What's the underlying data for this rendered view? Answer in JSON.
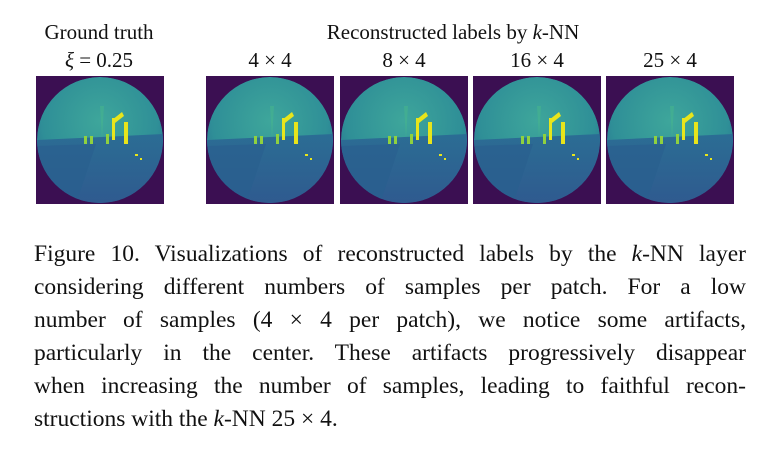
{
  "figure": {
    "gt_title": "Ground truth",
    "gt_xi_symbol": "ξ",
    "gt_xi_eq": " = 0.25",
    "recon_title_pre": "Reconstructed labels by ",
    "recon_title_k": "k",
    "recon_title_post": "-NN",
    "panel_labels": [
      "4 × 4",
      "8 × 4",
      "16 × 4",
      "25 × 4"
    ]
  },
  "caption": {
    "line1_pre": "Figure 10. Visualizations of reconstructed labels by the ",
    "line1_k": "k",
    "line1_post": "-NN layer",
    "line2": "considering different numbers of samples per patch.  For a low",
    "line3": "number of samples (4 × 4 per patch), we notice some artifacts,",
    "line4": "particularly in the center. These artifacts progressively disappear",
    "line5_pre": "when increasing the number of samples, leading to faithful recon-",
    "line6_pre": "structions with the ",
    "line6_k": "k",
    "line6_post": "-NN 25 × 4."
  },
  "colors": {
    "background_purple": "#3b0f52",
    "disk_teal": "#2f8f97",
    "floor_blue": "#2f5a8f",
    "highlight_yellow": "#e8e51b",
    "highlight_green": "#8fd13f"
  }
}
